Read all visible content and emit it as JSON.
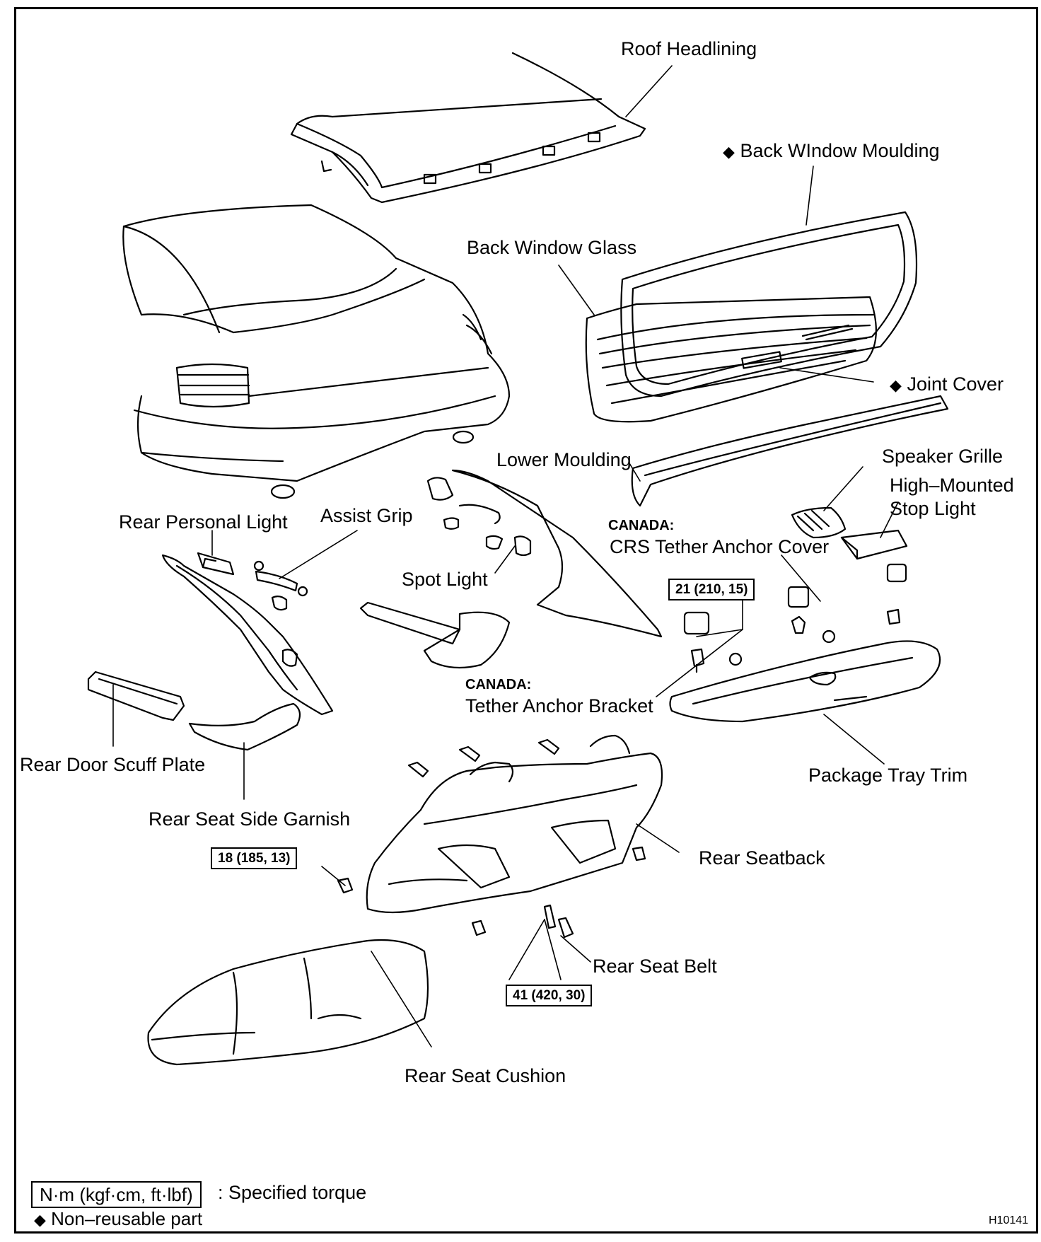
{
  "labels": {
    "roof_headlining": "Roof Headlining",
    "back_window_moulding": "Back WIndow Moulding",
    "back_window_glass": "Back Window Glass",
    "joint_cover": "Joint Cover",
    "lower_moulding": "Lower Moulding",
    "speaker_grille": "Speaker Grille",
    "high_mounted_stop_light_1": "High–Mounted",
    "high_mounted_stop_light_2": "Stop Light",
    "rear_personal_light": "Rear Personal Light",
    "assist_grip": "Assist Grip",
    "canada_1": "CANADA:",
    "crs_tether_anchor_cover": "CRS Tether Anchor Cover",
    "spot_light": "Spot Light",
    "canada_2": "CANADA:",
    "tether_anchor_bracket": "Tether Anchor Bracket",
    "rear_door_scuff_plate": "Rear Door Scuff Plate",
    "package_tray_trim": "Package Tray Trim",
    "rear_seat_side_garnish": "Rear Seat Side Garnish",
    "rear_seatback": "Rear Seatback",
    "rear_seat_belt": "Rear Seat Belt",
    "rear_seat_cushion": "Rear Seat Cushion"
  },
  "torque_specs": {
    "t1": "21 (210, 15)",
    "t2": "18 (185, 13)",
    "t3": "41 (420, 30)"
  },
  "legend": {
    "torque_box": "N·m (kgf·cm, ft·lbf)",
    "torque_text": ": Specified torque",
    "diamond_symbol": "◆",
    "nonreusable_text": "Non–reusable part"
  },
  "figure_code": "H10141"
}
